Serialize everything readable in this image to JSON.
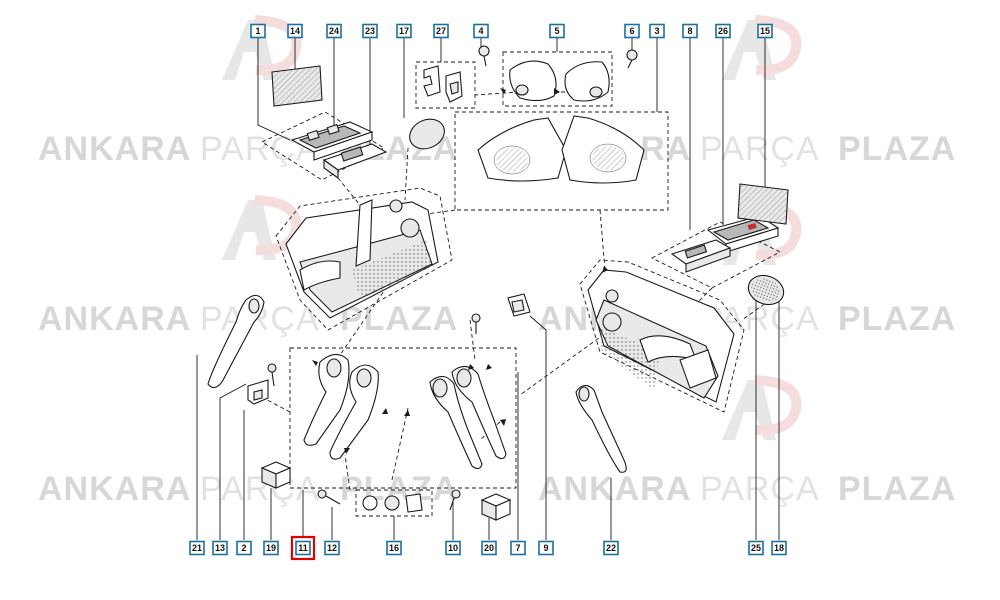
{
  "watermark": {
    "brand_bold_1": "ANKARA",
    "brand_light": "PARÇA",
    "brand_bold_2": "PLAZA"
  },
  "callouts": [
    {
      "label": "1",
      "highlighted": false
    },
    {
      "label": "14",
      "highlighted": false
    },
    {
      "label": "24",
      "highlighted": false
    },
    {
      "label": "23",
      "highlighted": false
    },
    {
      "label": "17",
      "highlighted": false
    },
    {
      "label": "27",
      "highlighted": false
    },
    {
      "label": "4",
      "highlighted": false
    },
    {
      "label": "5",
      "highlighted": false
    },
    {
      "label": "6",
      "highlighted": false
    },
    {
      "label": "3",
      "highlighted": false
    },
    {
      "label": "8",
      "highlighted": false
    },
    {
      "label": "26",
      "highlighted": false
    },
    {
      "label": "15",
      "highlighted": false
    },
    {
      "label": "21",
      "highlighted": false
    },
    {
      "label": "13",
      "highlighted": false
    },
    {
      "label": "2",
      "highlighted": false
    },
    {
      "label": "19",
      "highlighted": false
    },
    {
      "label": "11",
      "highlighted": true
    },
    {
      "label": "12",
      "highlighted": false
    },
    {
      "label": "16",
      "highlighted": false
    },
    {
      "label": "10",
      "highlighted": false
    },
    {
      "label": "20",
      "highlighted": false
    },
    {
      "label": "7",
      "highlighted": false
    },
    {
      "label": "9",
      "highlighted": false
    },
    {
      "label": "22",
      "highlighted": false
    },
    {
      "label": "25",
      "highlighted": false
    },
    {
      "label": "18",
      "highlighted": false
    }
  ],
  "colors": {
    "callout_border": "#1a6fa3",
    "highlight_border": "#e00000",
    "watermark_grey": "#d7d7d7"
  }
}
